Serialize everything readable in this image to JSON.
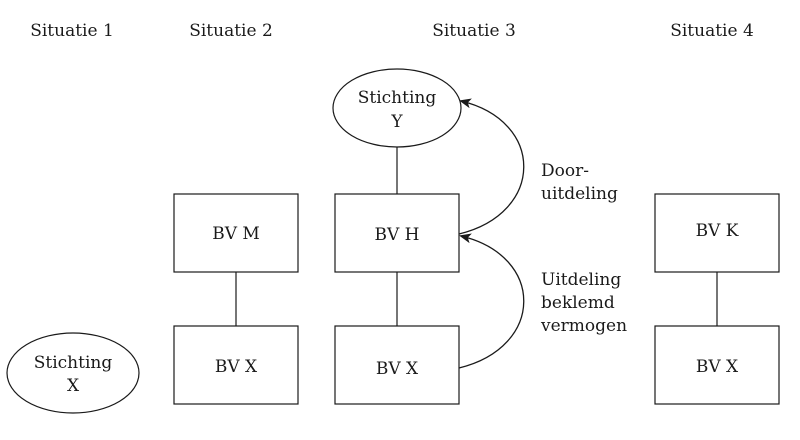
{
  "situations": {
    "s1": "Situatie 1",
    "s2": "Situatie 2",
    "s3": "Situatie 3",
    "s4": "Situatie 4"
  },
  "entities": {
    "stichting_x": [
      "Stichting",
      "X"
    ],
    "bv_m": "BV M",
    "bv_x_2": "BV X",
    "stichting_y": [
      "Stichting",
      "Y"
    ],
    "bv_h": "BV H",
    "bv_x_3": "BV X",
    "bv_k": "BV K",
    "bv_x_4": "BV X"
  },
  "flows": {
    "door_uitdeling": [
      "Door-",
      "uitdeling"
    ],
    "uitdeling_beklemd_vermogen": [
      "Uitdeling",
      "beklemd",
      "vermogen"
    ]
  }
}
